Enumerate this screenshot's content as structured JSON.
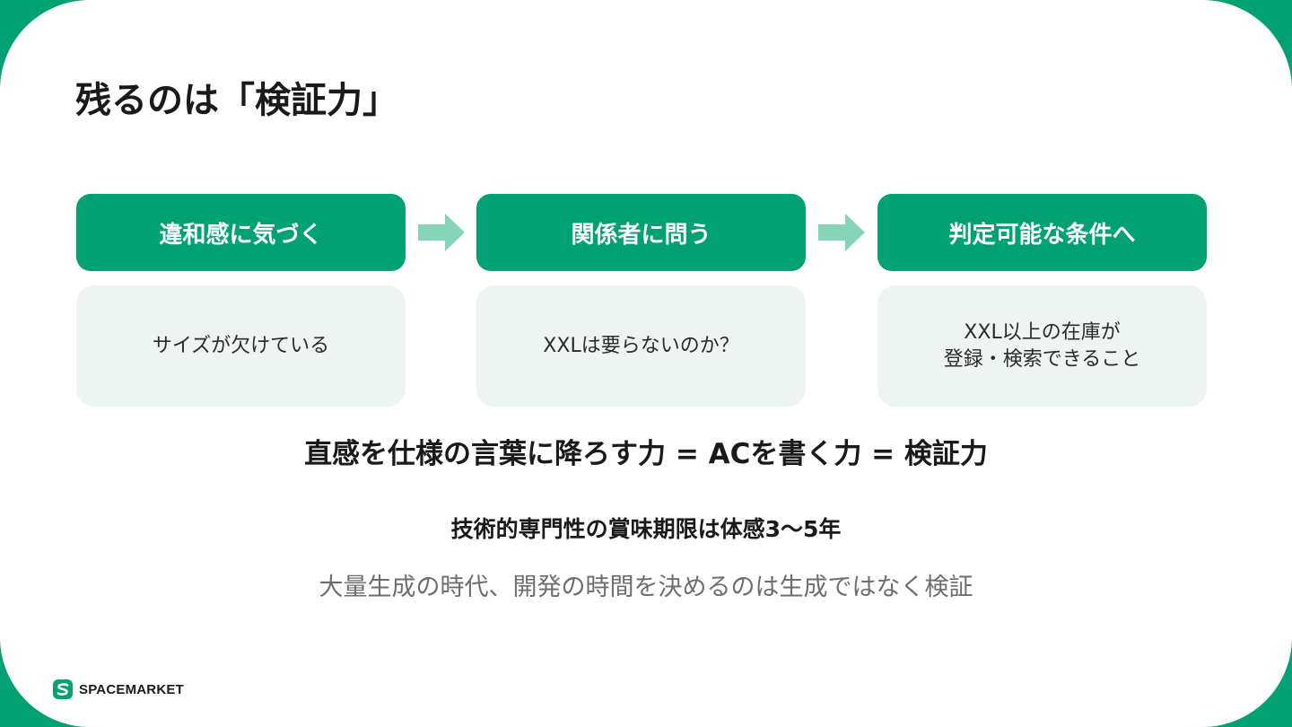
{
  "slide": {
    "title": "残るのは「検証力」"
  },
  "steps": [
    {
      "header": "違和感に気づく",
      "body_lines": [
        "サイズが欠けている"
      ]
    },
    {
      "header": "関係者に問う",
      "body_lines": [
        "XXLは要らないのか？"
      ]
    },
    {
      "header": "判定可能な条件へ",
      "body_lines": [
        "XXL以上の在庫が",
        "登録・検索できること"
      ]
    }
  ],
  "statements": {
    "main": "直感を仕様の言葉に降ろす力 = ACを書く力 = 検証力",
    "sub": "技術的専門性の賞味期限は体感3〜5年",
    "note": "大量生成の時代、開発の時間を決めるのは生成ではなく検証"
  },
  "brand": {
    "name": "SPACEMARKET",
    "logo_icon": "spacemarket-logo-icon"
  },
  "colors": {
    "accent": "#02a174",
    "arrow": "#86d4b8",
    "card_bg": "#edf4f2"
  }
}
